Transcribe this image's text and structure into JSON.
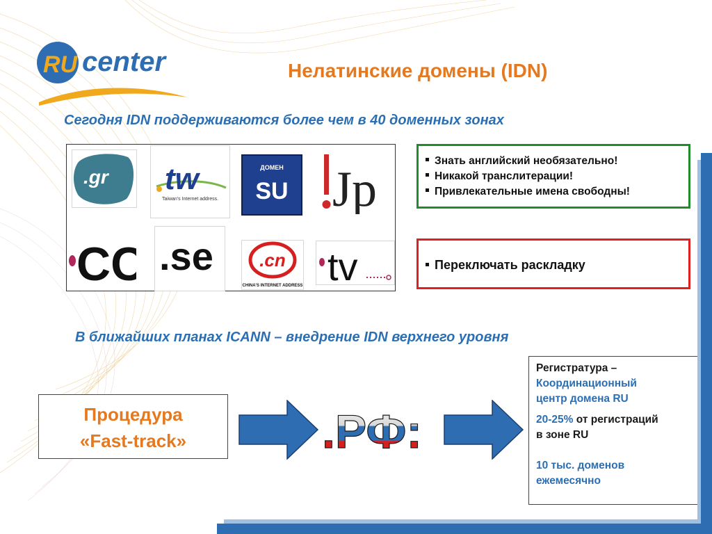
{
  "slide": {
    "title": "Нелатинские домены (IDN)",
    "subtitle_top": "Сегодня IDN поддерживаются более чем в 40 доменных зонах",
    "subtitle_bottom": "В ближайших планах ICANN – внедрение IDN верхнего уровня"
  },
  "logo": {
    "ru": "RU",
    "center": "center"
  },
  "zone_logos": {
    "gr": ".gr",
    "tw": "tw",
    "tw_caption": "Taiwan's Internet address.",
    "su_top": "ДОМЕН",
    "su": "SU",
    "jp": "Jp",
    "cc": "CC",
    "se": ".se",
    "cn": ".cn",
    "cn_caption": "CHINA'S INTERNET ADDRESS",
    "tv": "tv"
  },
  "benefits": [
    "Знать английский необязательно!",
    "Никакой транслитерации!",
    "Привлекательные имена свободны!"
  ],
  "drawback": "Переключать раскладку",
  "procedure": {
    "line1": "Процедура",
    "line2": "«Fast-track»"
  },
  "rf_logo": ".РФ:",
  "registry": {
    "label": "Регистратура –",
    "name_line1": "Координационный",
    "name_line2": "центр домена RU",
    "share": "20-25%",
    "share_text": " от регистраций",
    "share_zone": "в зоне RU",
    "monthly_line1": "10 тыс. доменов",
    "monthly_line2": "ежемесячно"
  },
  "colors": {
    "title_orange": "#e5791f",
    "subtitle_blue": "#2a6fb3",
    "green_border": "#1f8c2e",
    "red_border": "#e02020",
    "band_blue": "#2f6db3"
  }
}
